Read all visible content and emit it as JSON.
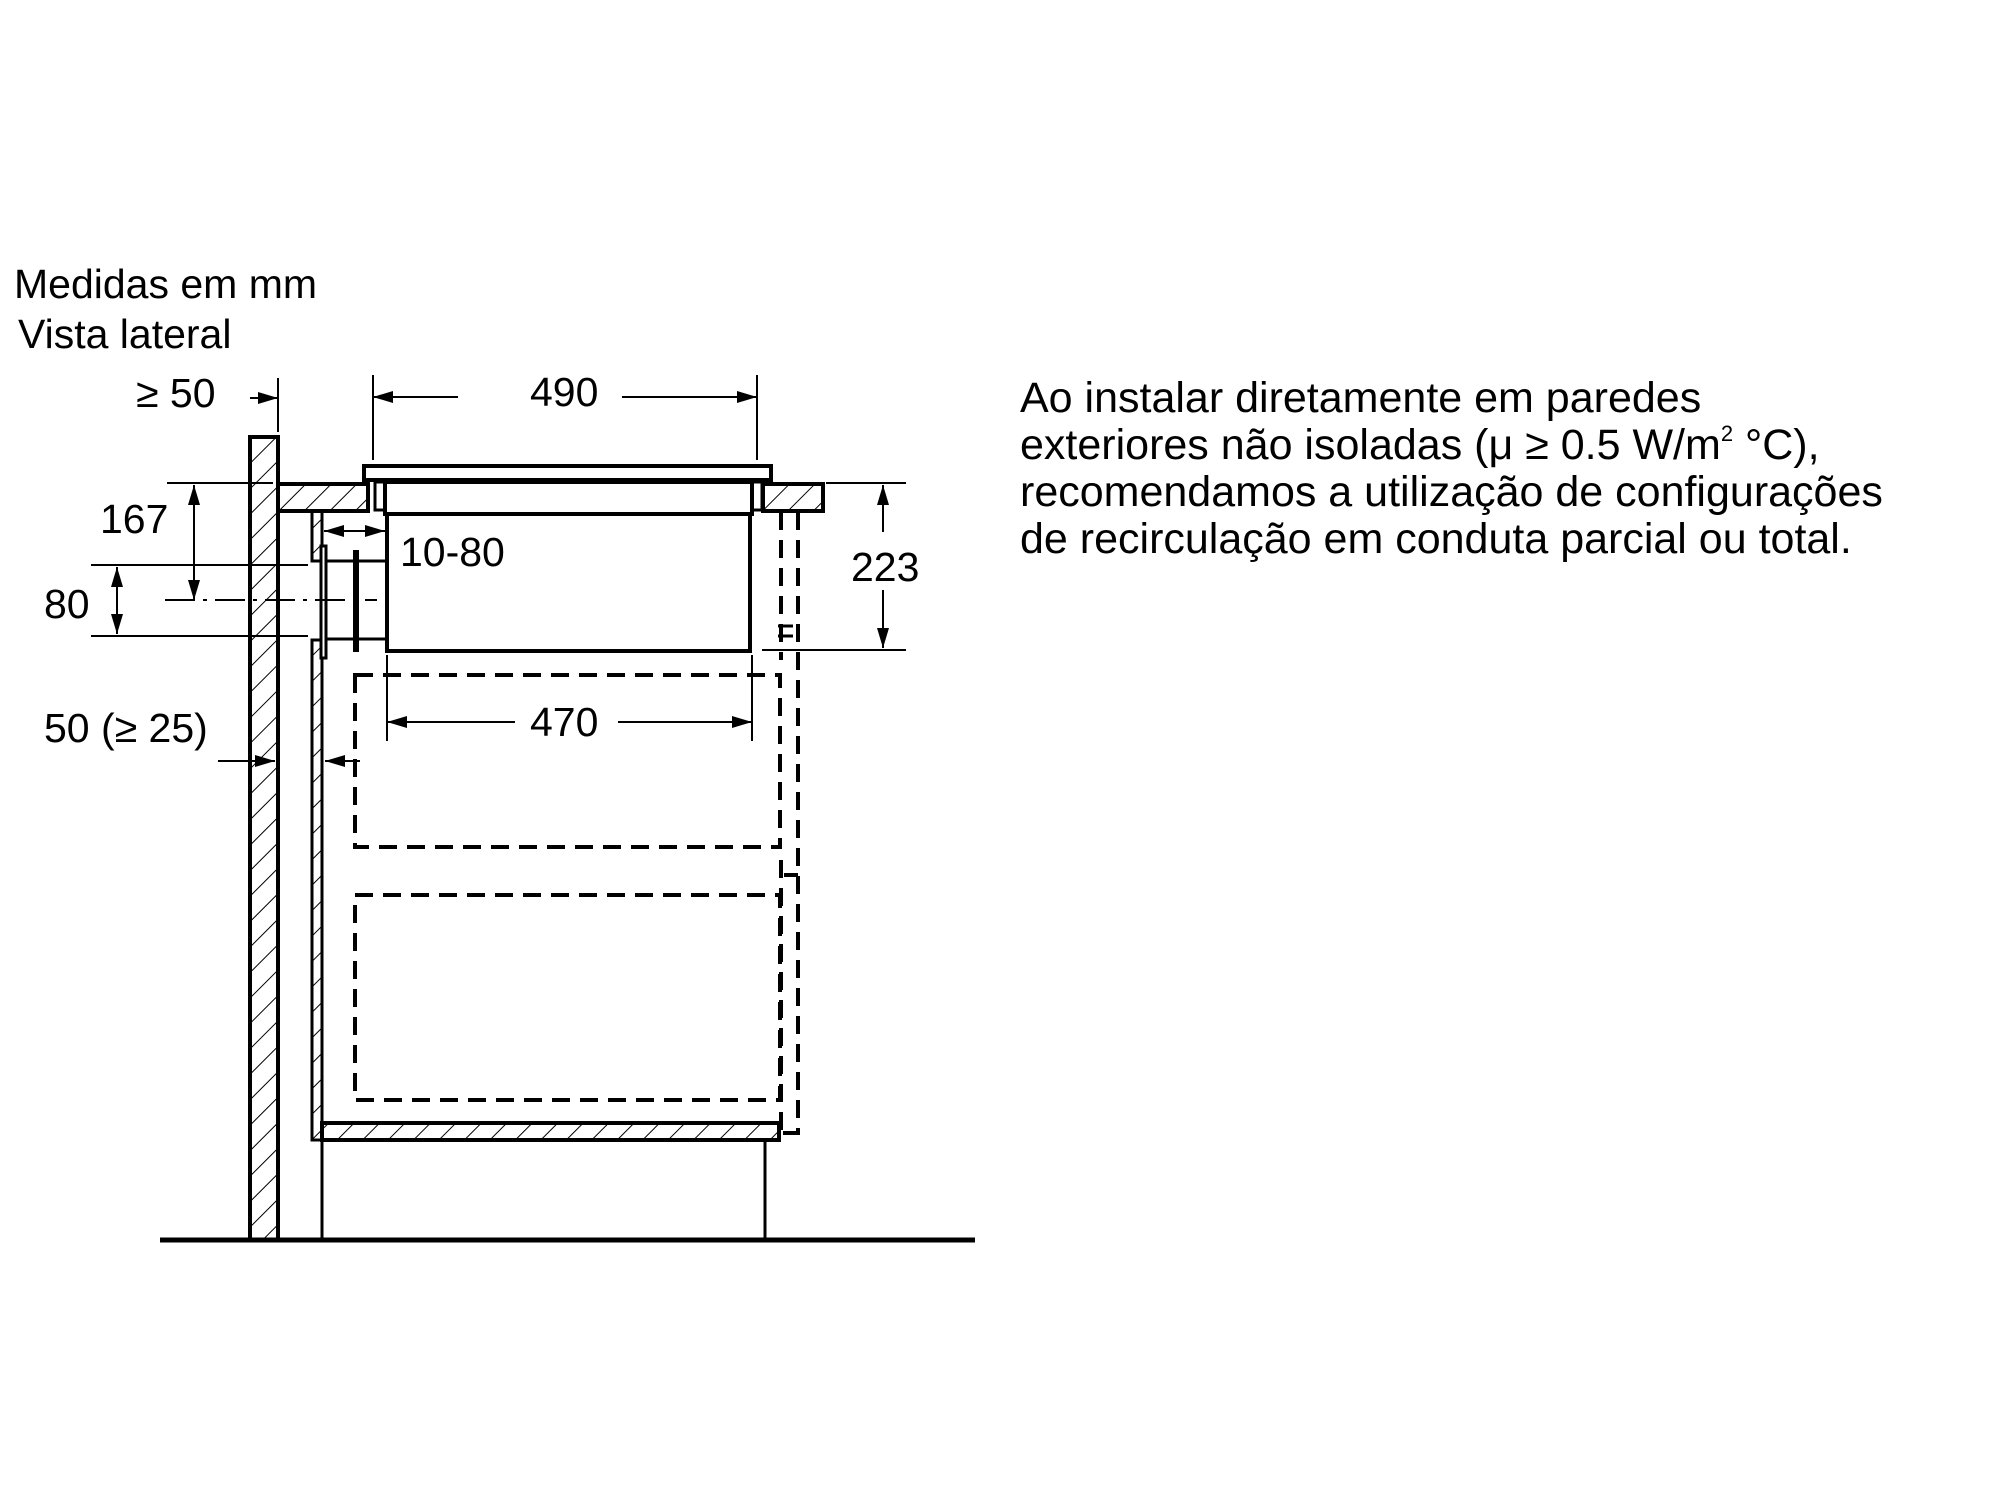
{
  "header": {
    "units": "Medidas em mm",
    "view": "Vista lateral"
  },
  "dimensions": {
    "wall_clearance_top": "≥ 50",
    "width_top": "490",
    "height_167": "167",
    "duct_adjust": "10-80",
    "duct_height": "80",
    "depth_223": "223",
    "inner_width": "470",
    "back_gap": "50 (≥ 25)"
  },
  "note": {
    "line1": "Ao instalar diretamente em paredes",
    "line2_a": "exteriores não isoladas (μ ≥ 0.5 W/m",
    "line2_sup": "2",
    "line2_b": " °C),",
    "line3": "recomendamos a utilização de configurações",
    "line4": "de recirculação em conduta parcial ou total."
  },
  "colors": {
    "ink": "#000000",
    "background": "#ffffff"
  }
}
